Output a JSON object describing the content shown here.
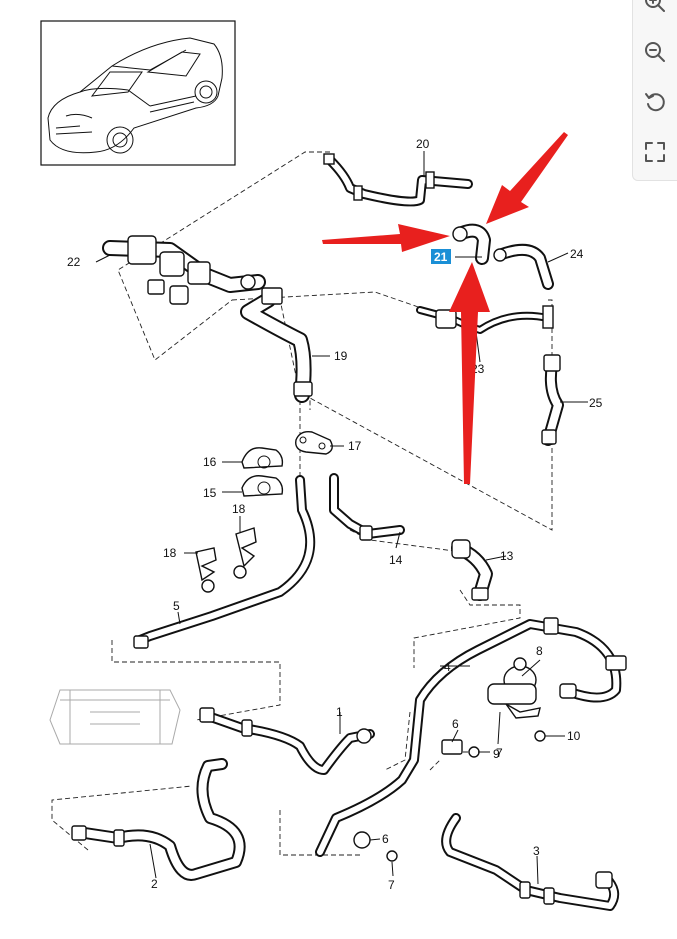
{
  "diagram": {
    "callouts": {
      "c1": "1",
      "c2": "2",
      "c3": "3",
      "c4": "4",
      "c5": "5",
      "c6a": "6",
      "c6b": "6",
      "c7a": "7",
      "c7b": "7",
      "c8": "8",
      "c9": "9",
      "c10": "10",
      "c13": "13",
      "c14": "14",
      "c15": "15",
      "c16": "16",
      "c17": "17",
      "c18a": "18",
      "c18b": "18",
      "c19": "19",
      "c20": "20",
      "c21": "21",
      "c22": "22",
      "c23": "23",
      "c24": "24",
      "c25": "25"
    },
    "highlighted_part": "21",
    "highlight_color": "#1a8fd6",
    "arrow_color": "#e8201e"
  },
  "toolbar": {
    "tools": [
      {
        "icon": "zoom-in-icon"
      },
      {
        "icon": "zoom-out-icon"
      },
      {
        "icon": "rotate-reset-icon"
      },
      {
        "icon": "fullscreen-icon"
      }
    ]
  }
}
